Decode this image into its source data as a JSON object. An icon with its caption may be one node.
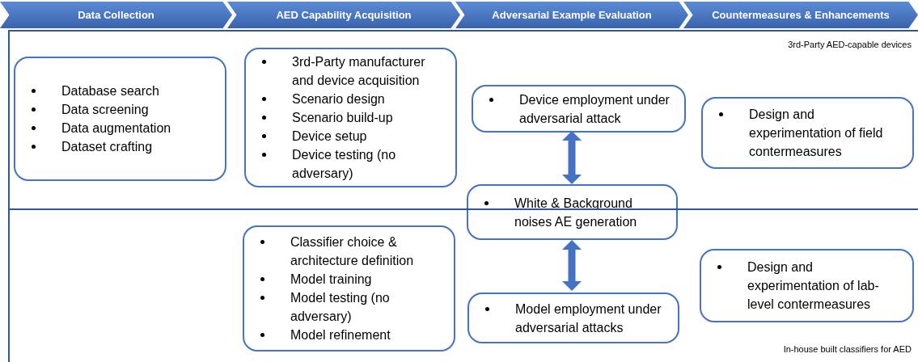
{
  "diagram": {
    "nodes": [
      {
        "text": [
          "Data Collection"
        ]
      },
      {
        "text": [
          "AED Capability Acquisition"
        ]
      },
      {
        "text": [
          "Adversarial Example Evaluation"
        ]
      },
      {
        "text": [
          "Countermeasures & Enhancements"
        ]
      },
      {
        "text": [
          "3rd-Party AED-capable devices"
        ]
      },
      {
        "text": [
          "Database search",
          "Data screening",
          "Data augmentation",
          "Dataset crafting"
        ],
        "in": 4
      },
      {
        "text": [
          "3rd-Party manufacturer and device acquisition",
          "Scenario design",
          "Scenario build-up",
          "Device setup",
          "Device testing (no adversary)"
        ],
        "in": 4
      },
      {
        "text": [
          "Device employment under adversarial attack"
        ],
        "in": 4
      },
      {
        "text": [
          "Design and experimentation of field contermeasures"
        ],
        "in": 4
      },
      {
        "text": [
          "White & Background noises AE generation"
        ]
      },
      {
        "text": [
          "In-house built classifiers for AED"
        ]
      },
      {
        "text": [
          "Classifier choice & architecture definition",
          "Model training",
          "Model testing (no adversary)",
          "Model refinement"
        ],
        "in": 10
      },
      {
        "text": [
          "Model employment under adversarial attacks"
        ],
        "in": 10
      },
      {
        "text": [
          "Design and experimentation of lab-level contermeasures"
        ],
        "in": 10
      }
    ],
    "edges": [
      {
        "from": 7,
        "to": 9,
        "arrow": "both"
      },
      {
        "from": 9,
        "to": 12,
        "arrow": "both"
      }
    ]
  }
}
